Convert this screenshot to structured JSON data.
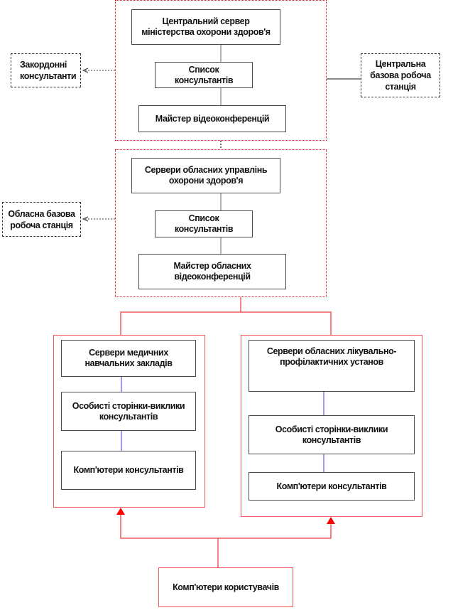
{
  "diagram": {
    "ministry_group": {
      "central_server": "Центральний сервер міністерства охорони здоров'я",
      "consultant_list": "Список консультантів",
      "videoconference_master": "Майстер відеоконференцій"
    },
    "foreign_consultants": "Закордонні консультанти",
    "central_workstation": "Центральна базова робоча станція",
    "regional_group": {
      "regional_servers": "Сервери обласних управлінь охорони здоров'я",
      "consultant_list": "Список консультантів",
      "regional_videoconference_master": "Майстер обласних відеоконференцій"
    },
    "regional_workstation": "Обласна базова робоча станція",
    "medical_schools_group": {
      "servers": "Сервери медичних навчальних закладів",
      "personal_pages": "Особисті сторінки-виклики консультантів",
      "consultant_computers": "Комп'ютери консультантів"
    },
    "clinics_group": {
      "servers": "Сервери обласних лікувально-профілактичних установ",
      "personal_pages": "Особисті сторінки-виклики консультантів",
      "consultant_computers": "Комп'ютери консультантів"
    },
    "user_computers": "Комп'ютери користувачів",
    "colors": {
      "group_border": "#e8121a",
      "group_solid_border": "#f05a5e",
      "inner_connector": "#555555",
      "blue_connector": "#3a3ad8",
      "arrow": "#ff0000"
    }
  }
}
